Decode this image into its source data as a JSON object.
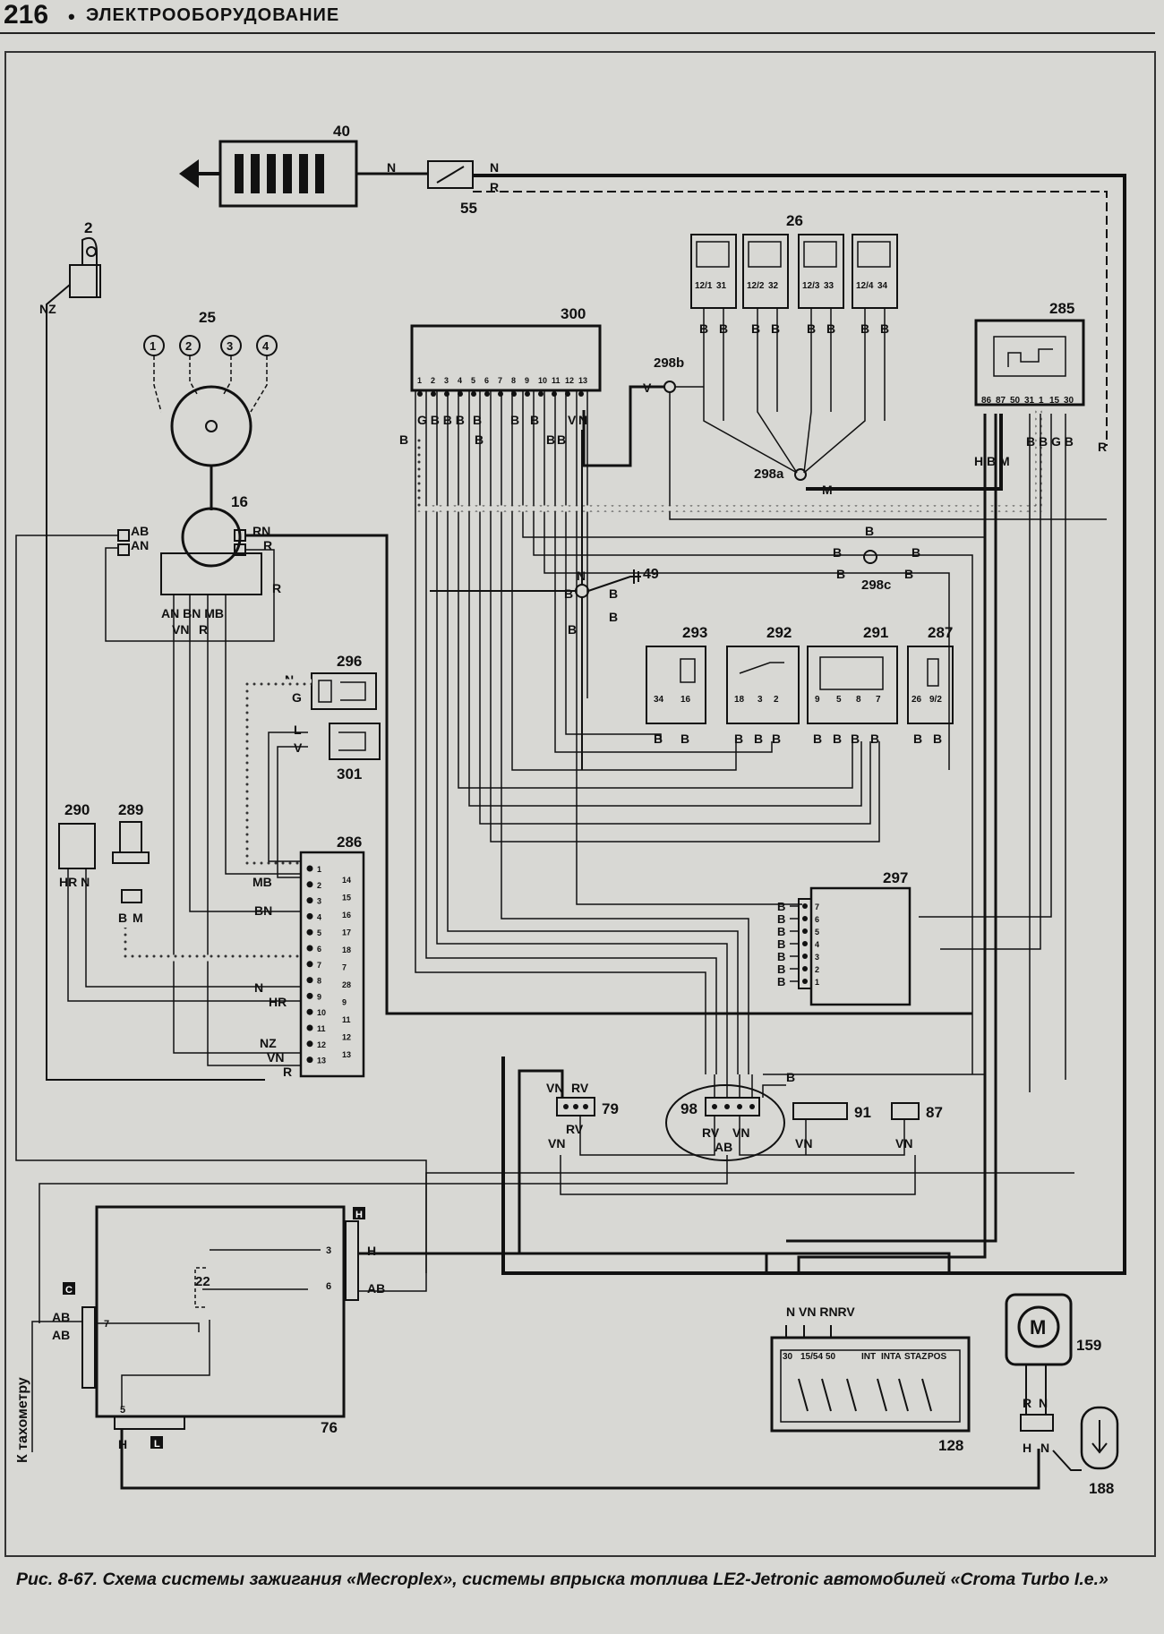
{
  "header": {
    "page_number": "216",
    "separator": "•",
    "section_title": "ЭЛЕКТРООБОРУДОВАНИЕ"
  },
  "caption": "Рис. 8-67. Схема системы зажигания «Mecroplex», системы впрыска топлива LE2-Jetronic автомобилей «Croma Turbo I.e.»",
  "side_label": "К тахометру",
  "components": {
    "c40": "40",
    "c55": "55",
    "c2": "2",
    "c26": "26",
    "c300": "300",
    "c285": "285",
    "c25": "25",
    "c298b": "298b",
    "c298a": "298a",
    "c298c": "298c",
    "c49": "49",
    "c16": "16",
    "c296": "296",
    "c301": "301",
    "c293": "293",
    "c292": "292",
    "c291": "291",
    "c287": "287",
    "c290": "290",
    "c289": "289",
    "c286": "286",
    "c297": "297",
    "c79": "79",
    "c98": "98",
    "c91": "91",
    "c87": "87",
    "c76": "76",
    "c128": "128",
    "c159": "159",
    "c188": "188",
    "c22": "22"
  },
  "distributor_terminals": [
    "1",
    "2",
    "3",
    "4"
  ],
  "relay26_pins": [
    "12/1",
    "31",
    "12/2",
    "32",
    "12/3",
    "33",
    "12/4",
    "34"
  ],
  "ecu300_pins": [
    "1",
    "2",
    "3",
    "4",
    "5",
    "6",
    "7",
    "8",
    "9",
    "10",
    "11",
    "12",
    "13"
  ],
  "connector286": {
    "left": [
      "1",
      "2",
      "3",
      "4",
      "5",
      "6",
      "7",
      "8",
      "9",
      "10",
      "11",
      "12",
      "13"
    ],
    "right": [
      "14",
      "15",
      "16",
      "17",
      "18",
      "7",
      "28",
      "9",
      "11",
      "12",
      "13"
    ]
  },
  "connector297_pins": [
    "7",
    "6",
    "5",
    "4",
    "3",
    "2",
    "1"
  ],
  "relay285_pins": [
    "86",
    "87",
    "50",
    "31",
    "1",
    "15",
    "30"
  ],
  "switch128_pins": [
    "30",
    "15/54",
    "50",
    "INT",
    "INTA",
    "STAZ",
    "POS"
  ],
  "sensor293_pins": [
    "34",
    "16"
  ],
  "sensor292_pins": [
    "18",
    "3",
    "2"
  ],
  "meter291_pins": [
    "9",
    "5",
    "8",
    "7"
  ],
  "sensor287_pins": [
    "26",
    "9/2"
  ],
  "unit76_pins": [
    "3",
    "6",
    "7",
    "5"
  ],
  "block_letters": [
    "H",
    "C",
    "L"
  ],
  "motor_symbol": "M",
  "wires": {
    "N": "N",
    "R": "R",
    "NZ": "NZ",
    "V": "V",
    "M": "M",
    "G": "G",
    "B": "B",
    "AB": "AB",
    "AN": "AN",
    "RN": "RN",
    "BN": "BN",
    "MB": "MB",
    "VN": "VN",
    "HR": "HR",
    "H": "H",
    "L": "L",
    "RV": "RV",
    "HBM": "H B M",
    "BBGB": "B B G B",
    "GBBB": "G B B B",
    "ANBNMB": "AN BN MB",
    "HRN": "HR N",
    "NRNRV": "N VN RNRV"
  }
}
